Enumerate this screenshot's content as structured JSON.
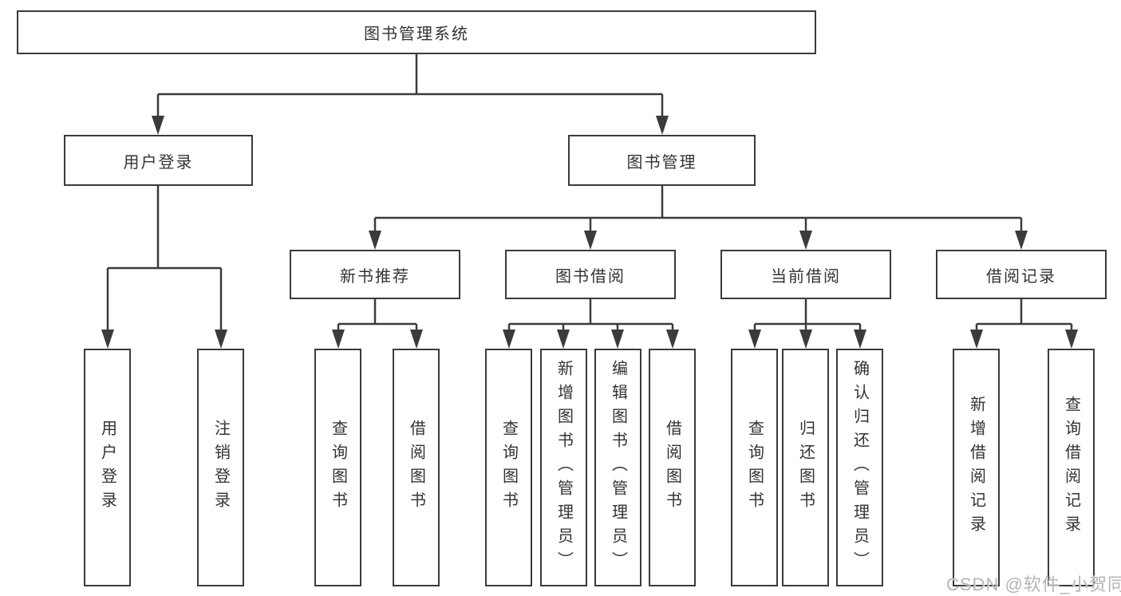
{
  "tree": {
    "root": {
      "label": "图书管理系统",
      "children": [
        {
          "label": "用户登录",
          "children": [
            {
              "label": "用户登录"
            },
            {
              "label": "注销登录"
            }
          ]
        },
        {
          "label": "图书管理",
          "children": [
            {
              "label": "新书推荐",
              "children": [
                {
                  "label": "查询图书"
                },
                {
                  "label": "借阅图书"
                }
              ]
            },
            {
              "label": "图书借阅",
              "children": [
                {
                  "label": "查询图书"
                },
                {
                  "label": "新增图书（管理员）"
                },
                {
                  "label": "编辑图书（管理员）"
                },
                {
                  "label": "借阅图书"
                }
              ]
            },
            {
              "label": "当前借阅",
              "children": [
                {
                  "label": "查询图书"
                },
                {
                  "label": "归还图书"
                },
                {
                  "label": "确认归还（管理员）"
                }
              ]
            },
            {
              "label": "借阅记录",
              "children": [
                {
                  "label": "新增借阅记录"
                },
                {
                  "label": "查询借阅记录"
                }
              ]
            }
          ]
        }
      ]
    }
  },
  "watermark": {
    "text": "CSDN @软件_小贺同学"
  },
  "colors": {
    "line": "#3b3b3b",
    "text": "#333333",
    "watermark": "#b5b5b5",
    "background": "#ffffff"
  }
}
